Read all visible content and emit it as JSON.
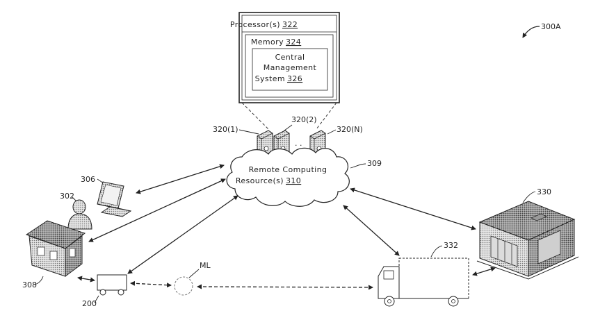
{
  "figure_label": "300A",
  "processor_box": {
    "text": "Processor(s)",
    "ref": "322"
  },
  "memory_box": {
    "text": "Memory",
    "ref": "324"
  },
  "cms_box": {
    "line1": "Central",
    "line2": "Management",
    "line3": "System",
    "ref": "326"
  },
  "servers": {
    "s1": "320(1)",
    "s2": "320(2)",
    "sn": "320(N)",
    "ellipsis": ". ."
  },
  "cloud": {
    "line1": "Remote Computing",
    "line2": "Resource(s)",
    "ref": "310",
    "label": "309"
  },
  "labels": {
    "laptop": "306",
    "user": "302",
    "house": "308",
    "robot": "200",
    "ml": "ML",
    "truck": "332",
    "warehouse": "330"
  },
  "colors": {
    "line": "#333333",
    "fill_light": "#efefef",
    "fill_mid": "#cfcfcf",
    "fill_dark": "#8a8a8a"
  }
}
